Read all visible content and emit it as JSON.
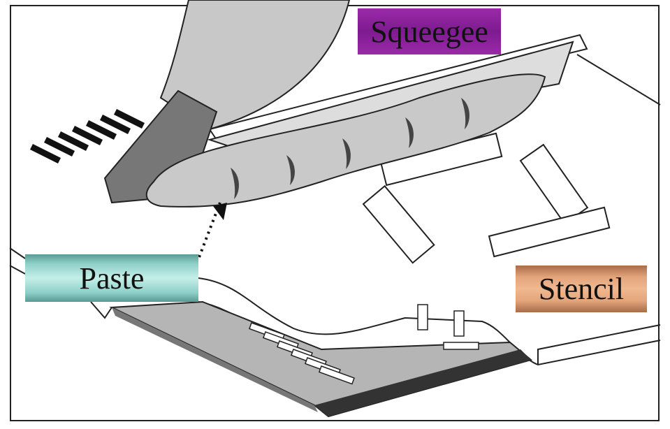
{
  "labels": {
    "squeegee": "Squeegee",
    "paste": "Paste",
    "stencil": "Stencil"
  },
  "colors": {
    "squeegee_label": "#8a1f9a",
    "paste_label": "#a8e4dc",
    "stencil_label": "#e3a57c"
  }
}
